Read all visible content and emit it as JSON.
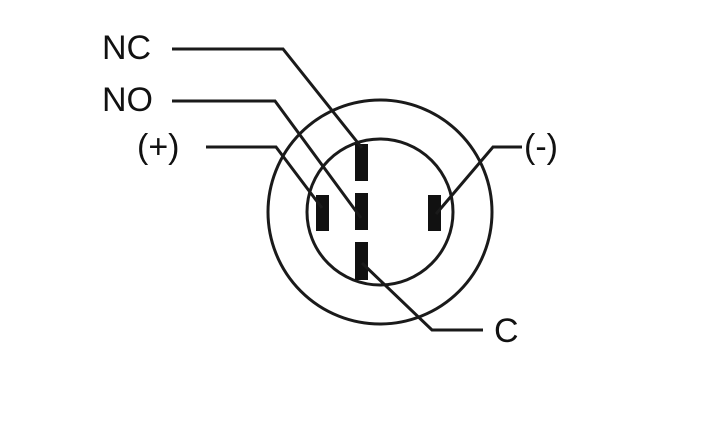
{
  "diagram": {
    "labels": {
      "nc": "NC",
      "no": "NO",
      "plus": "(+)",
      "minus": "(-)",
      "c": "C"
    },
    "colors": {
      "ink": "#111111",
      "background": "#ffffff"
    }
  }
}
